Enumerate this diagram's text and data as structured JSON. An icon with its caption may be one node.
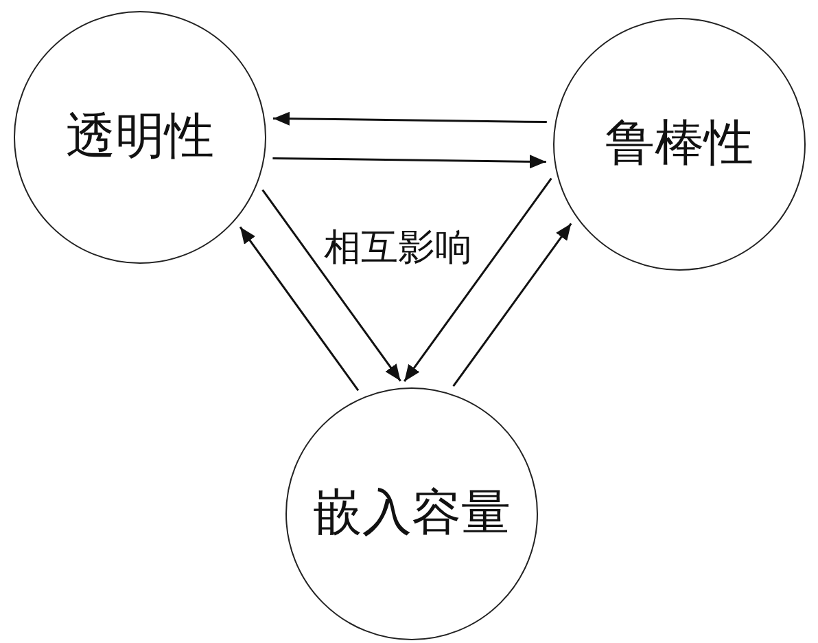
{
  "diagram": {
    "nodes": [
      {
        "text": [
          "透明性"
        ]
      },
      {
        "text": [
          "鲁棒性"
        ]
      },
      {
        "text": [
          "嵌入容量"
        ]
      }
    ],
    "edges": [
      {
        "from": 1,
        "to": 0,
        "arrow": "to"
      },
      {
        "from": 0,
        "to": 1,
        "arrow": "to"
      },
      {
        "from": 2,
        "to": 0,
        "arrow": "to"
      },
      {
        "from": 0,
        "to": 2,
        "arrow": "to"
      },
      {
        "from": 1,
        "to": 2,
        "arrow": "to"
      },
      {
        "from": 2,
        "to": 1,
        "arrow": "to"
      }
    ],
    "labels": [
      "相互影响"
    ]
  }
}
